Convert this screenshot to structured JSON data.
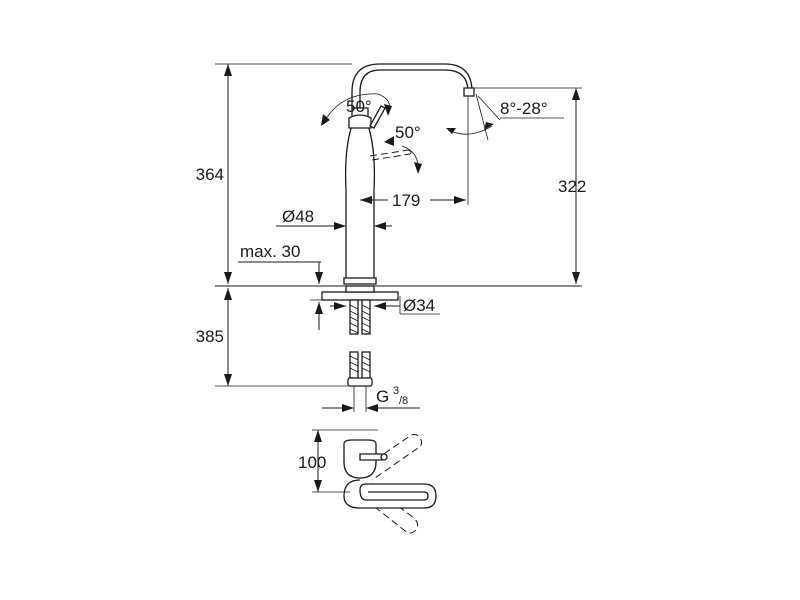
{
  "dimensions": {
    "total_height": "364",
    "spout_height": "322",
    "below_deck": "385",
    "reach": "179",
    "body_diameter": "Ø48",
    "hole_diameter": "Ø34",
    "deck_thickness": "max. 30",
    "lever_angle_top": "50°",
    "lever_angle_side": "50°",
    "spout_angle": "8°-28°",
    "thread": "G",
    "thread_num": "3",
    "thread_den": "/8",
    "plan_depth": "100"
  },
  "colors": {
    "line": "#1a1a1a",
    "background": "#ffffff"
  }
}
